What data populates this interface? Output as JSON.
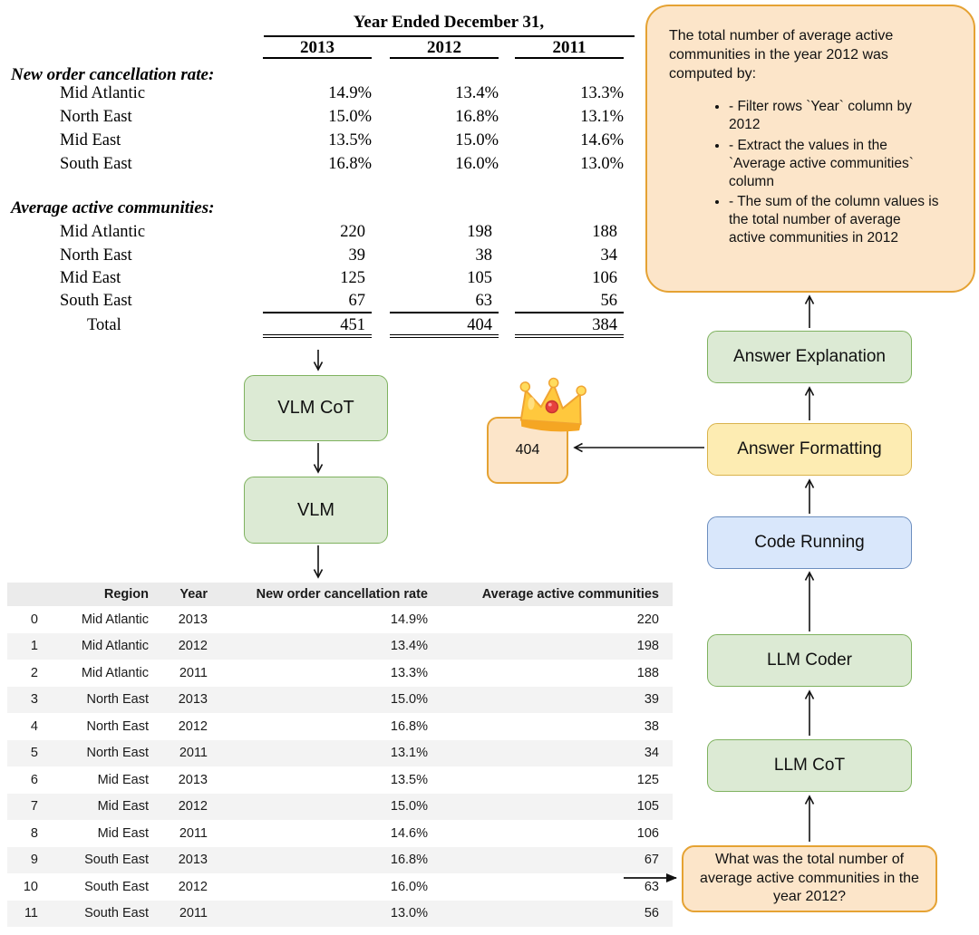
{
  "financial_table": {
    "title": "Year Ended December 31,",
    "years": [
      "2013",
      "2012",
      "2011"
    ],
    "section1": {
      "label": "New order cancellation rate:",
      "rows": [
        {
          "label": "Mid Atlantic",
          "v": [
            "14.9%",
            "13.4%",
            "13.3%"
          ]
        },
        {
          "label": "North East",
          "v": [
            "15.0%",
            "16.8%",
            "13.1%"
          ]
        },
        {
          "label": "Mid East",
          "v": [
            "13.5%",
            "15.0%",
            "14.6%"
          ]
        },
        {
          "label": "South East",
          "v": [
            "16.8%",
            "16.0%",
            "13.0%"
          ]
        }
      ]
    },
    "section2": {
      "label": "Average active communities:",
      "rows": [
        {
          "label": "Mid Atlantic",
          "v": [
            "220",
            "198",
            "188"
          ]
        },
        {
          "label": "North East",
          "v": [
            "39",
            "38",
            "34"
          ]
        },
        {
          "label": "Mid East",
          "v": [
            "125",
            "105",
            "106"
          ]
        },
        {
          "label": "South East",
          "v": [
            "67",
            "63",
            "56"
          ]
        }
      ],
      "total": {
        "label": "Total",
        "v": [
          "451",
          "404",
          "384"
        ]
      }
    }
  },
  "vlm_pipeline": {
    "cot_label": "VLM CoT",
    "vlm_label": "VLM"
  },
  "dataframe": {
    "columns": [
      "",
      "Region",
      "Year",
      "New order cancellation rate",
      "Average active communities"
    ],
    "rows": [
      [
        "0",
        "Mid Atlantic",
        "2013",
        "14.9%",
        "220"
      ],
      [
        "1",
        "Mid Atlantic",
        "2012",
        "13.4%",
        "198"
      ],
      [
        "2",
        "Mid Atlantic",
        "2011",
        "13.3%",
        "188"
      ],
      [
        "3",
        "North East",
        "2013",
        "15.0%",
        "39"
      ],
      [
        "4",
        "North East",
        "2012",
        "16.8%",
        "38"
      ],
      [
        "5",
        "North East",
        "2011",
        "13.1%",
        "34"
      ],
      [
        "6",
        "Mid East",
        "2013",
        "13.5%",
        "125"
      ],
      [
        "7",
        "Mid East",
        "2012",
        "15.0%",
        "105"
      ],
      [
        "8",
        "Mid East",
        "2011",
        "14.6%",
        "106"
      ],
      [
        "9",
        "South East",
        "2013",
        "16.8%",
        "67"
      ],
      [
        "10",
        "South East",
        "2012",
        "16.0%",
        "63"
      ],
      [
        "11",
        "South East",
        "2011",
        "13.0%",
        "56"
      ]
    ]
  },
  "llm_pipeline": {
    "question": "What was the total number of average active communities in the year 2012?",
    "stages": {
      "cot": "LLM CoT",
      "coder": "LLM Coder",
      "code_running": "Code Running",
      "formatting": "Answer Formatting",
      "explanation": "Answer Explanation"
    }
  },
  "answer": {
    "value": "404",
    "icon": "crown-icon"
  },
  "explanation_box": {
    "intro": "The total number of average active communities in the year 2012 was computed by:",
    "bullets": [
      "- Filter rows `Year` column by 2012",
      "- Extract the values in the `Average active communities` column",
      "- The sum of the column values is the total number of average active communities in 2012"
    ]
  },
  "colors": {
    "green_fill": "#dcead4",
    "green_border": "#7fb25f",
    "yellow_fill": "#fdecb2",
    "yellow_border": "#d9b34c",
    "blue_fill": "#d9e7fb",
    "blue_border": "#6c8ebf",
    "peach_fill": "#fce5c9",
    "peach_border": "#e5a233"
  }
}
